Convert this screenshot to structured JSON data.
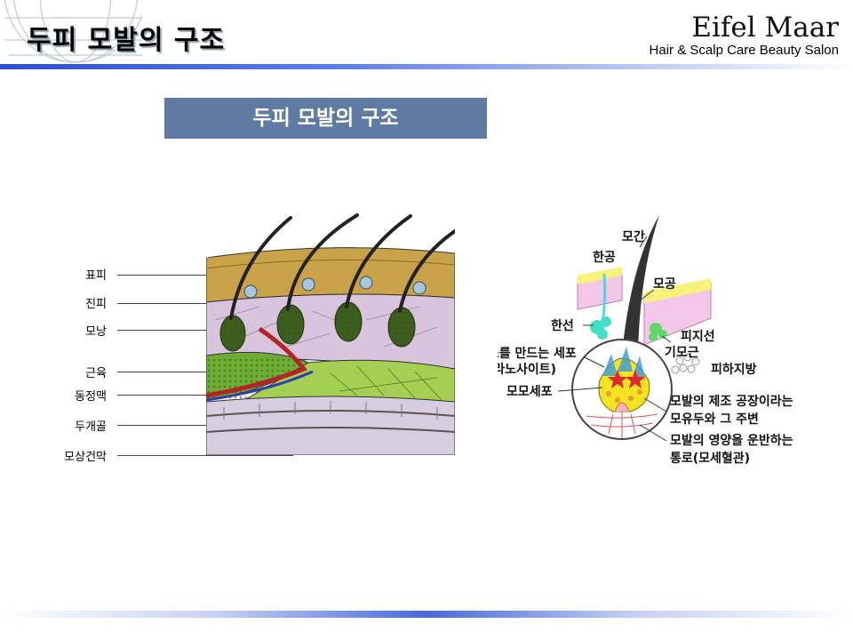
{
  "header": {
    "title": "두피 모발의 구조",
    "brand_name": "Eifel Maar",
    "brand_tagline": "Hair & Scalp Care Beauty Salon"
  },
  "banner": {
    "text": "두피 모발의 구조"
  },
  "scalp_diagram": {
    "labels": [
      "표피",
      "진피",
      "모낭",
      "근육",
      "동정맥",
      "두개골",
      "모상건막"
    ]
  },
  "follicle_diagram": {
    "labels": {
      "hair_shaft": "모간",
      "sweat_pore": "한공",
      "hair_pore": "모공",
      "sweat_gland": "한선",
      "sebaceous_gland": "피지선",
      "arrector_muscle": "기모근",
      "melanocyte_1": "색소를 만드는 세포",
      "melanocyte_2": "(멜라노사이트)",
      "subcutaneous_fat": "피하지방",
      "matrix_cell": "모모세포",
      "papilla_1": "모발의 제조 공장이라는",
      "papilla_2": "모유두와 그 주변",
      "capillary_1": "모발의 영양을 운반하는",
      "capillary_2": "통로(모세혈관)"
    }
  },
  "colors": {
    "banner_bg": "#5f7aa3",
    "accent_rule": "#2c4fcf",
    "epidermis": "#c9a24a",
    "dermis": "#d9c4de",
    "muscle": "#7fb83a",
    "fat": "#a4cf52"
  }
}
